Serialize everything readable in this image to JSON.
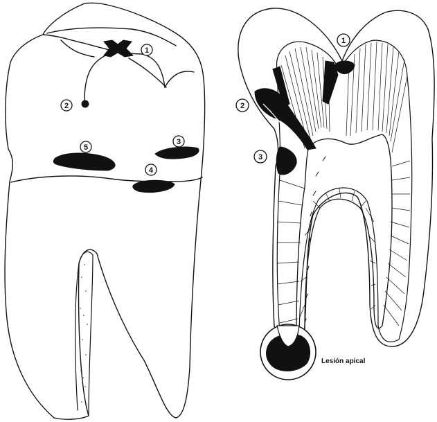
{
  "left_tooth": {
    "labels": [
      "1",
      "2",
      "3",
      "4",
      "5"
    ]
  },
  "right_tooth": {
    "labels": [
      "1",
      "2",
      "3"
    ],
    "caption": "Lesión apical"
  },
  "colors": {
    "ink": "#111111",
    "paper": "#ffffff"
  }
}
